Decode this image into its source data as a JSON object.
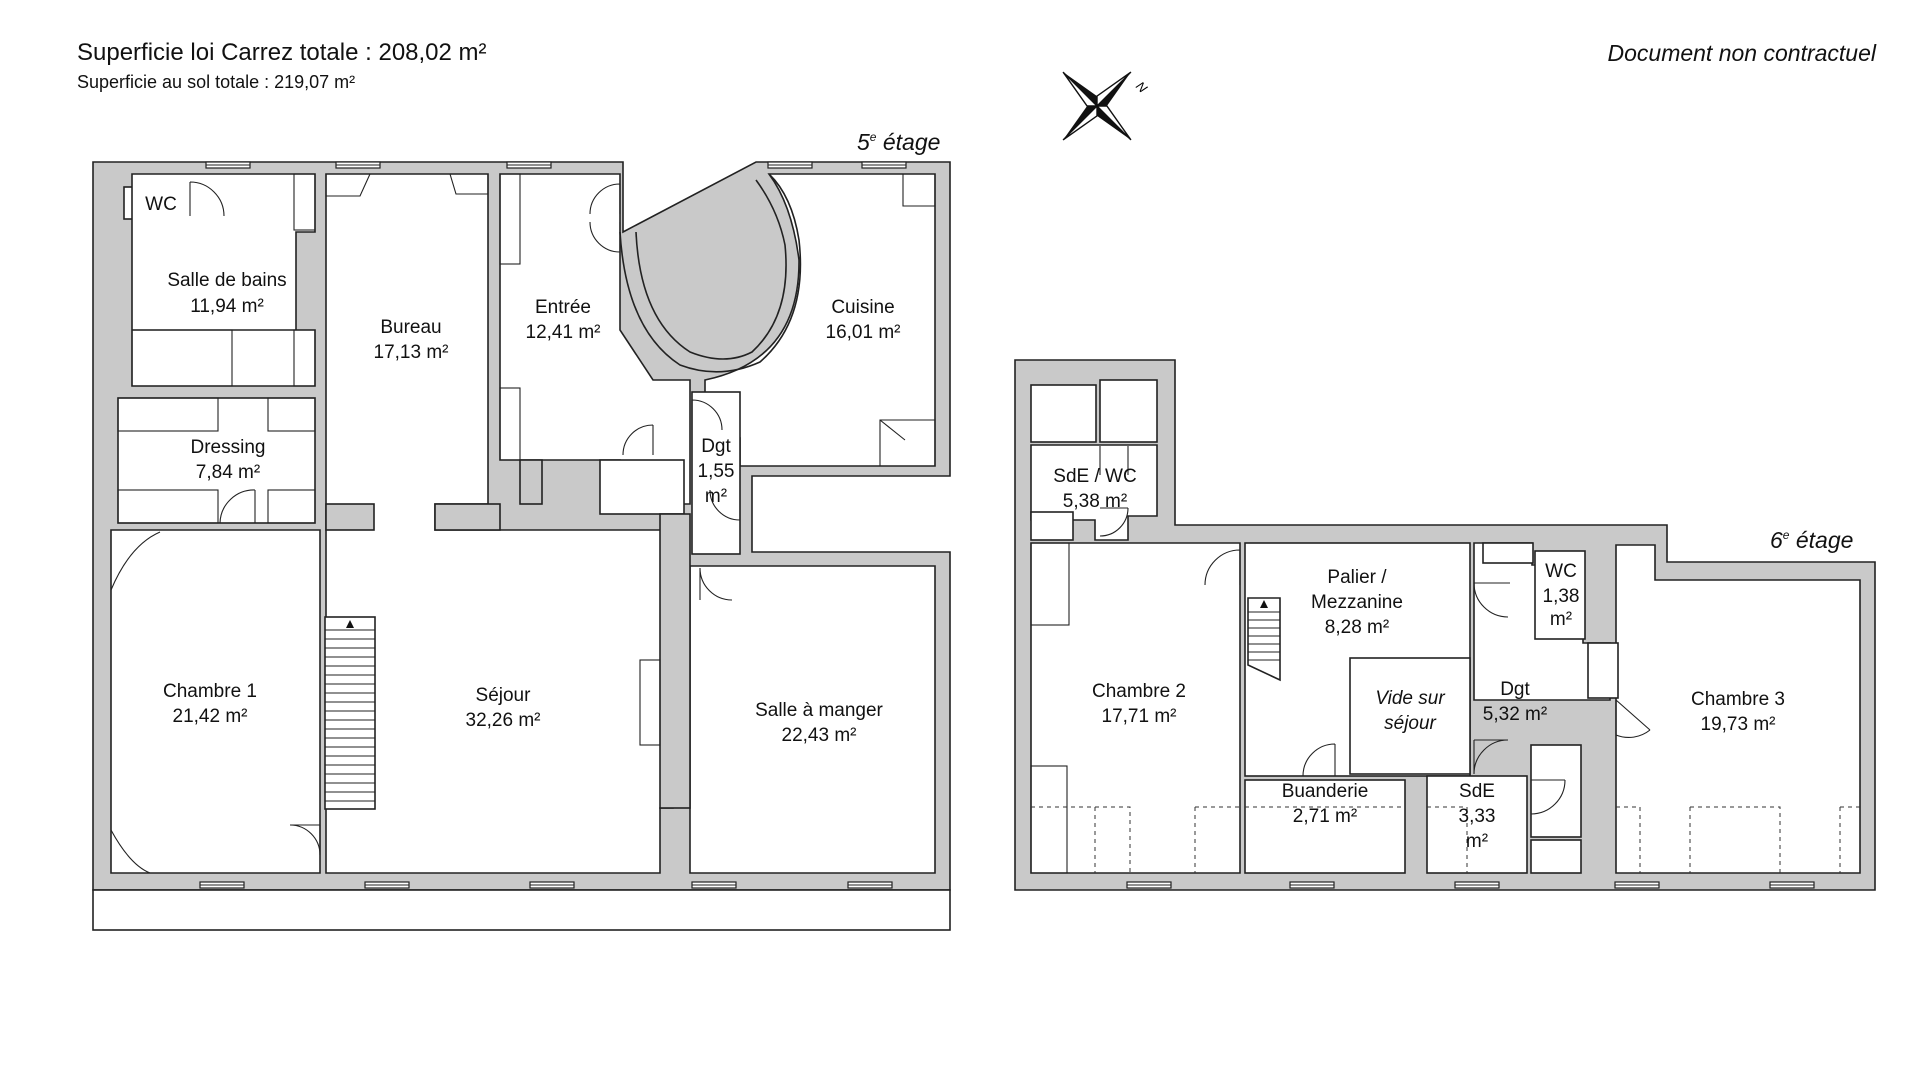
{
  "header": {
    "total_carrez": "Superficie loi Carrez totale :  208,02 m²",
    "total_sol": "Superficie au sol totale :  219,07 m²",
    "disclaimer": "Document non contractuel"
  },
  "compass": {
    "north_label": "N"
  },
  "floor5": {
    "label": "5",
    "label_sup": "e",
    "label_suffix": " étage",
    "rooms": [
      {
        "name": "WC",
        "area": ""
      },
      {
        "name": "Salle de bains",
        "area": "11,94 m²"
      },
      {
        "name": "Bureau",
        "area": "17,13 m²"
      },
      {
        "name": "Entrée",
        "area": "12,41 m²"
      },
      {
        "name": "Cuisine",
        "area": "16,01 m²"
      },
      {
        "name": "Dressing",
        "area": "7,84 m²"
      },
      {
        "name": "Dgt",
        "area_l1": "1,55",
        "area_l2": "m²"
      },
      {
        "name": "Chambre 1",
        "area": "21,42 m²"
      },
      {
        "name": "Séjour",
        "area": "32,26 m²"
      },
      {
        "name": "Salle à manger",
        "area": "22,43 m²"
      }
    ]
  },
  "floor6": {
    "label": "6",
    "label_sup": "e",
    "label_suffix": " étage",
    "rooms": [
      {
        "name": "SdE / WC",
        "area": "5,38 m²"
      },
      {
        "name_l1": "Palier /",
        "name_l2": "Mezzanine",
        "area": "8,28 m²"
      },
      {
        "name": "WC",
        "area_l1": "1,38",
        "area_l2": "m²"
      },
      {
        "name": "Chambre 2",
        "area": "17,71 m²"
      },
      {
        "name_l1": "Vide sur",
        "name_l2": "séjour"
      },
      {
        "name": "Dgt",
        "area": "5,32 m²"
      },
      {
        "name": "Chambre 3",
        "area": "19,73 m²"
      },
      {
        "name": "Buanderie",
        "area": "2,71 m²"
      },
      {
        "name": "SdE",
        "area_l1": "3,33",
        "area_l2": "m²"
      }
    ]
  }
}
